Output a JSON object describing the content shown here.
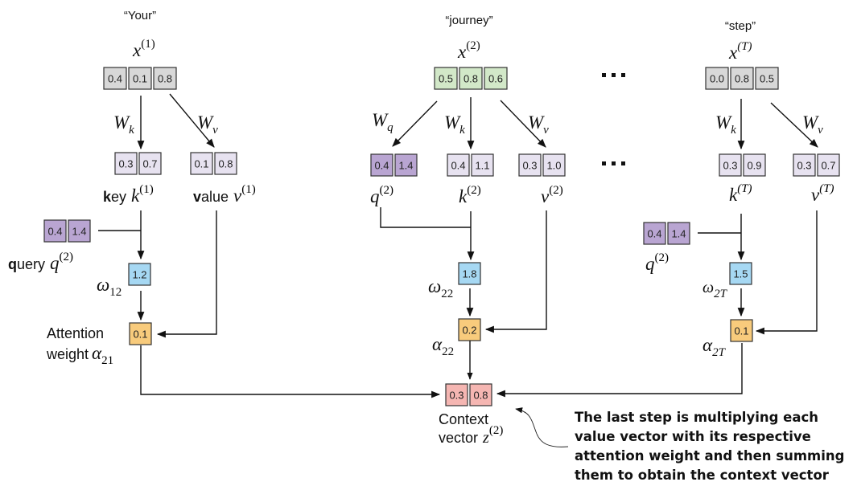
{
  "colors": {
    "input_gray": "#d8d8d8",
    "input_green": "#d2e8c8",
    "query_purple": "#b9a5d2",
    "key_value_lavender": "#e7e2f0",
    "attention_score_blue": "#a6d8f3",
    "attention_weight_orange": "#f8cb7c",
    "context_pink": "#f5b6b2"
  },
  "tokens": [
    {
      "word": "“Your”",
      "x_label": "x",
      "x_sup": "(1)",
      "x_values": [
        "0.4",
        "0.1",
        "0.8"
      ],
      "key_values": [
        "0.3",
        "0.7"
      ],
      "value_values": [
        "0.1",
        "0.8"
      ],
      "wk": "W",
      "wk_sub": "k",
      "wv": "W",
      "wv_sub": "v",
      "key_label_bold": "k",
      "key_label_rest": "ey",
      "key_sym": "k",
      "key_sup": "(1)",
      "value_label_bold": "v",
      "value_label_rest": "alue",
      "value_sym": "v",
      "value_sup": "(1)",
      "query_values": [
        "0.4",
        "1.4"
      ],
      "query_label_bold": "q",
      "query_label_rest": "uery",
      "query_sym": "q",
      "query_sup": "(2)",
      "omega_value": "1.2",
      "omega_sym": "ω",
      "omega_sub": "12",
      "alpha_value": "0.1",
      "alpha_text_line1": "Attention",
      "alpha_text_line2": "weight",
      "alpha_sym": "α",
      "alpha_sub": "21"
    },
    {
      "word": "“journey”",
      "x_label": "x",
      "x_sup": "(2)",
      "x_values": [
        "0.5",
        "0.8",
        "0.6"
      ],
      "query_values": [
        "0.4",
        "1.4"
      ],
      "key_values": [
        "0.4",
        "1.1"
      ],
      "value_values": [
        "0.3",
        "1.0"
      ],
      "wq": "W",
      "wq_sub": "q",
      "wk": "W",
      "wk_sub": "k",
      "wv": "W",
      "wv_sub": "v",
      "query_sym": "q",
      "query_sup": "(2)",
      "key_sym": "k",
      "key_sup": "(2)",
      "value_sym": "v",
      "value_sup": "(2)",
      "omega_value": "1.8",
      "omega_sym": "ω",
      "omega_sub": "22",
      "alpha_value": "0.2",
      "alpha_sym": "α",
      "alpha_sub": "22"
    },
    {
      "word": "“step”",
      "x_label": "x",
      "x_sup": "(T)",
      "x_values": [
        "0.0",
        "0.8",
        "0.5"
      ],
      "key_values": [
        "0.3",
        "0.9"
      ],
      "value_values": [
        "0.3",
        "0.7"
      ],
      "wk": "W",
      "wk_sub": "k",
      "wv": "W",
      "wv_sub": "v",
      "key_sym": "k",
      "key_sup": "(T)",
      "value_sym": "v",
      "value_sup": "(T)",
      "query_values": [
        "0.4",
        "1.4"
      ],
      "query_sym": "q",
      "query_sup": "(2)",
      "omega_value": "1.5",
      "omega_sym": "ω",
      "omega_sub": "2T",
      "alpha_value": "0.1",
      "alpha_sym": "α",
      "alpha_sub": "2T"
    }
  ],
  "ellipsis": "...",
  "context": {
    "values": [
      "0.3",
      "0.8"
    ],
    "line1": "Context",
    "line2": "vector",
    "sym": "z",
    "sup": "(2)"
  },
  "annotation": {
    "lines": [
      "The last step is multiplying each",
      "value vector with its respective",
      "attention weight and then summing",
      "them to obtain the context vector"
    ]
  }
}
